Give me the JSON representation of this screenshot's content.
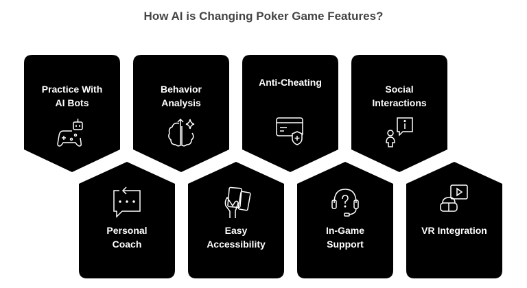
{
  "title": "How AI is Changing Poker Game Features?",
  "colors": {
    "card": "#000000",
    "text": "#ffffff",
    "title": "#444444"
  },
  "cards": [
    {
      "line1": "Practice With",
      "line2": "AI Bots",
      "icon": "gamepad-robot-icon"
    },
    {
      "line1": "Behavior",
      "line2": "Analysis",
      "icon": "brain-sparkle-icon"
    },
    {
      "line1": "Anti-Cheating",
      "line2": "",
      "icon": "card-shield-icon"
    },
    {
      "line1": "Social",
      "line2": "Interactions",
      "icon": "person-info-bubble-icon"
    },
    {
      "line1": "Personal",
      "line2": "Coach",
      "icon": "chat-return-icon"
    },
    {
      "line1": "Easy",
      "line2": "Accessibility",
      "icon": "hand-cards-icon"
    },
    {
      "line1": "In-Game",
      "line2": "Support",
      "icon": "headset-question-icon"
    },
    {
      "line1": "VR Integration",
      "line2": "",
      "icon": "vr-headset-play-icon"
    }
  ]
}
